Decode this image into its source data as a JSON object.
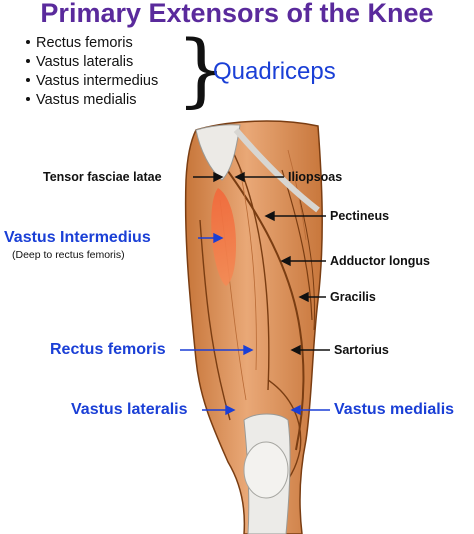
{
  "title": "Primary Extensors of the Knee",
  "bullets": [
    "Rectus femoris",
    "Vastus lateralis",
    "Vastus intermedius",
    "Vastus medialis"
  ],
  "group_label": "Quadriceps",
  "labels": {
    "tensor": "Tensor fasciae latae",
    "iliopsoas": "Iliopsoas",
    "pectineus": "Pectineus",
    "vastus_intermedius": "Vastus Intermedius",
    "vastus_intermedius_note": "(Deep to rectus femoris)",
    "adductor": "Adductor longus",
    "gracilis": "Gracilis",
    "rectus": "Rectus femoris",
    "sartorius": "Sartorius",
    "vastus_lateralis": "Vastus lateralis",
    "vastus_medialis": "Vastus medialis"
  },
  "colors": {
    "title": "#5a2a9c",
    "quadriceps": "#1a3fd6",
    "muscle": "#d9905a",
    "muscle_dark": "#a9581f",
    "highlight": "#f06a3c",
    "tendon": "#ececea"
  }
}
